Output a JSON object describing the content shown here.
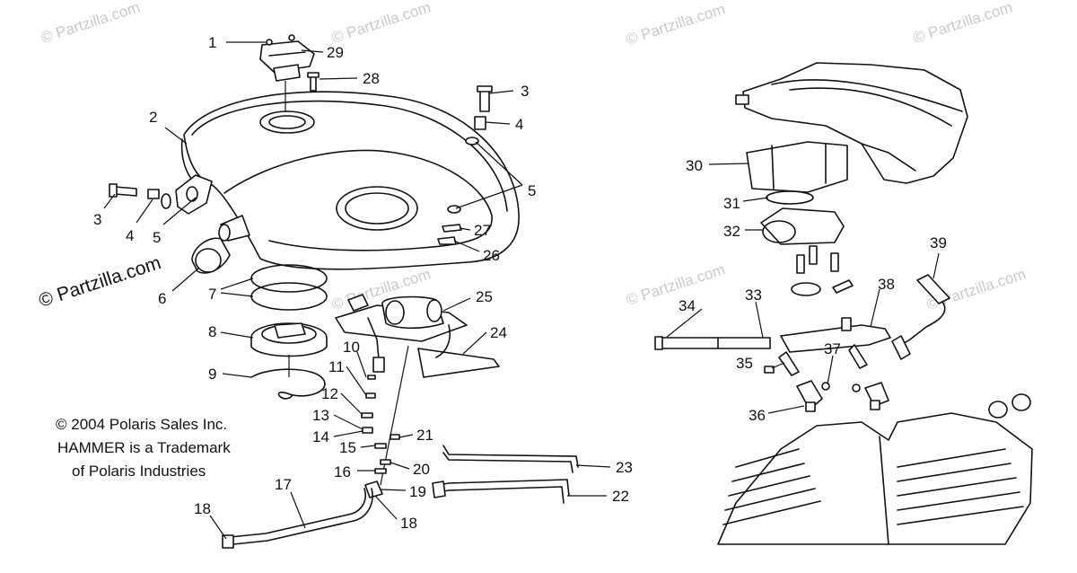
{
  "watermark": "© Partzilla.com",
  "copyright": {
    "line1": "© 2004 Polaris Sales Inc.",
    "line2": "HAMMER is a Trademark",
    "line3": "of Polaris Industries"
  },
  "callouts": {
    "c1": "1",
    "c2": "2",
    "c3a": "3",
    "c3b": "3",
    "c4a": "4",
    "c4b": "4",
    "c5a": "5",
    "c5b": "5",
    "c6": "6",
    "c7": "7",
    "c8": "8",
    "c9": "9",
    "c10": "10",
    "c11": "11",
    "c12": "12",
    "c13": "13",
    "c14": "14",
    "c15": "15",
    "c16": "16",
    "c17": "17",
    "c18a": "18",
    "c18b": "18",
    "c19": "19",
    "c20": "20",
    "c21": "21",
    "c22": "22",
    "c23": "23",
    "c24": "24",
    "c25": "25",
    "c26": "26",
    "c27": "27",
    "c28": "28",
    "c29": "29",
    "c30": "30",
    "c31": "31",
    "c32": "32",
    "c33": "33",
    "c34": "34",
    "c35": "35",
    "c36": "36",
    "c37": "37",
    "c38": "38",
    "c39": "39"
  }
}
